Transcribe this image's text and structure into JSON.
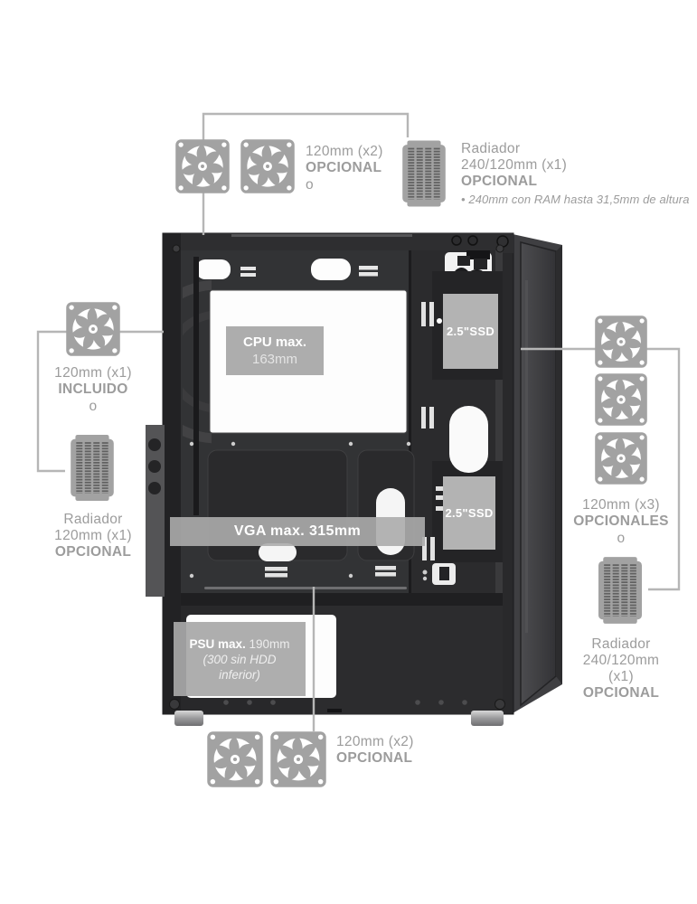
{
  "colors": {
    "background": "#ffffff",
    "annotation_gray": "#9c9c9c",
    "icon_gray": "#a2a2a2",
    "connector_gray": "#b6b6b6",
    "case_dark": "#29292b",
    "label_box_gray": "#a9a9a9"
  },
  "icons": {
    "fan": "fan-icon",
    "radiator": "radiator-icon"
  },
  "annotations": {
    "top_fans": {
      "label": "120mm (x2)",
      "status": "OPCIONAL",
      "separator": "o"
    },
    "top_radiator": {
      "title": "Radiador",
      "size": "240/120mm (x1)",
      "status": "OPCIONAL",
      "note": "• 240mm con RAM hasta 31,5mm de altura"
    },
    "left_fan": {
      "label": "120mm (x1)",
      "status": "INCLUIDO",
      "separator": "o"
    },
    "left_radiator": {
      "title": "Radiador",
      "size": "120mm (x1)",
      "status": "OPCIONAL"
    },
    "right_fans": {
      "label": "120mm (x3)",
      "status": "OPCIONALES",
      "separator": "o"
    },
    "right_radiator": {
      "title": "Radiador",
      "size": "240/120mm",
      "qty": "(x1)",
      "status": "OPCIONAL"
    },
    "bottom_fans": {
      "label": "120mm (x2)",
      "status": "OPCIONAL"
    }
  },
  "case_labels": {
    "cpu": {
      "title": "CPU max.",
      "value": "163mm"
    },
    "ssd_upper": "2.5\"SSD",
    "ssd_lower": "2.5\"SSD",
    "vga": "VGA max. 315mm",
    "psu": {
      "title": "PSU max.",
      "value": "190mm",
      "note": "(300 sin HDD inferior)"
    }
  }
}
